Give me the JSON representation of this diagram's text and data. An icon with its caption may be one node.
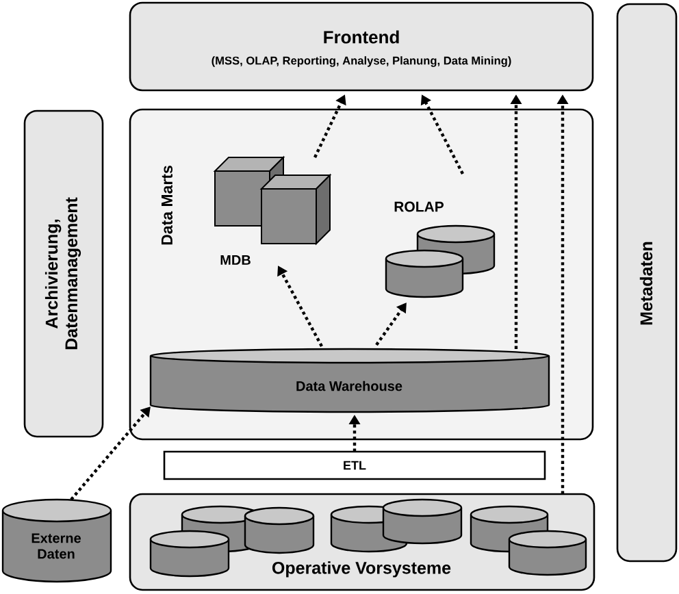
{
  "diagram": {
    "nodes": [
      {
        "text": [
          "Frontend",
          "(MSS, OLAP, Reporting, Analyse, Planung, Data Mining)"
        ]
      },
      {
        "text": [
          "Archivierung, Datenmanagement"
        ]
      },
      {
        "text": [
          "Metadaten"
        ]
      },
      {
        "text": [
          "Data Marts"
        ]
      },
      {
        "text": [
          "MDB"
        ],
        "in": 3
      },
      {
        "text": [
          "ROLAP"
        ],
        "in": 3
      },
      {
        "text": [
          "Data Warehouse"
        ],
        "in": 3
      },
      {
        "text": [
          "ETL"
        ]
      },
      {
        "text": [
          "Operative Vorsysteme"
        ]
      },
      {
        "text": [
          "Externe Daten"
        ]
      }
    ],
    "edges": [
      {
        "from": 4,
        "to": 0,
        "arrow": "to"
      },
      {
        "from": 5,
        "to": 0,
        "arrow": "to"
      },
      {
        "from": 6,
        "to": 4,
        "arrow": "to"
      },
      {
        "from": 6,
        "to": 5,
        "arrow": "to"
      },
      {
        "from": 6,
        "to": 0,
        "arrow": "to"
      },
      {
        "from": 8,
        "to": 0,
        "arrow": "to"
      },
      {
        "from": 7,
        "to": 6,
        "arrow": "to"
      },
      {
        "from": 9,
        "to": 6,
        "arrow": "to"
      }
    ]
  }
}
